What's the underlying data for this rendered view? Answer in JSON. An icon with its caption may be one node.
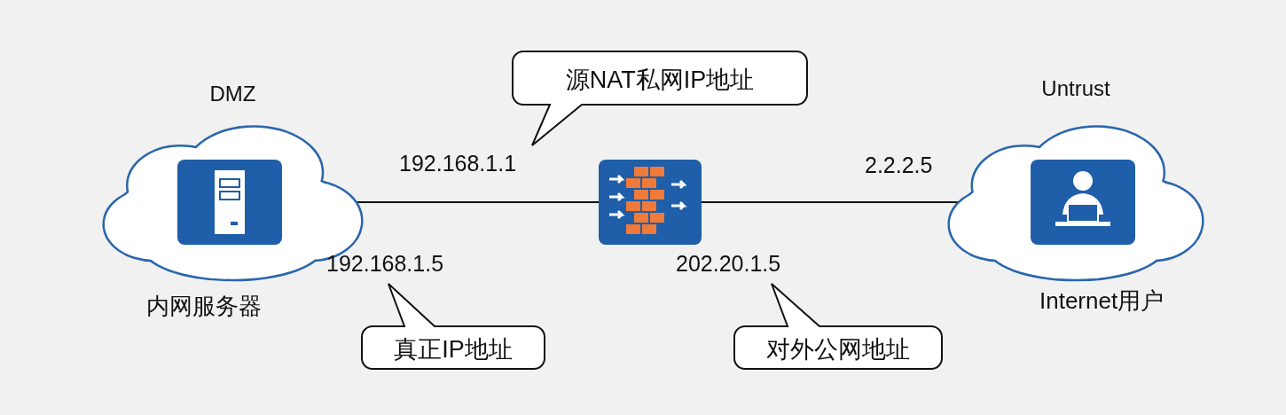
{
  "diagram": {
    "nodes": [
      {
        "text": [
          "DMZ"
        ],
        "beside": [
          "内网服务器"
        ]
      },
      {
        "text": [],
        "shape": "picture",
        "in": 0
      },
      {
        "text": [],
        "shape": "picture"
      },
      {
        "text": [
          "Untrust"
        ],
        "beside": [
          "Internet用户"
        ]
      },
      {
        "text": [],
        "shape": "picture",
        "in": 3
      },
      {
        "text": [
          "源NAT私网IP地址"
        ]
      },
      {
        "text": [
          "真正IP地址"
        ]
      },
      {
        "text": [
          "对外公网地址"
        ]
      }
    ],
    "edges": [
      {
        "from": 1,
        "to": 2,
        "arrow": "none"
      },
      {
        "from": 2,
        "to": 4,
        "arrow": "none"
      }
    ],
    "labels": [
      "192.168.1.1",
      "2.2.2.5",
      "192.168.1.5",
      "202.20.1.5"
    ]
  }
}
